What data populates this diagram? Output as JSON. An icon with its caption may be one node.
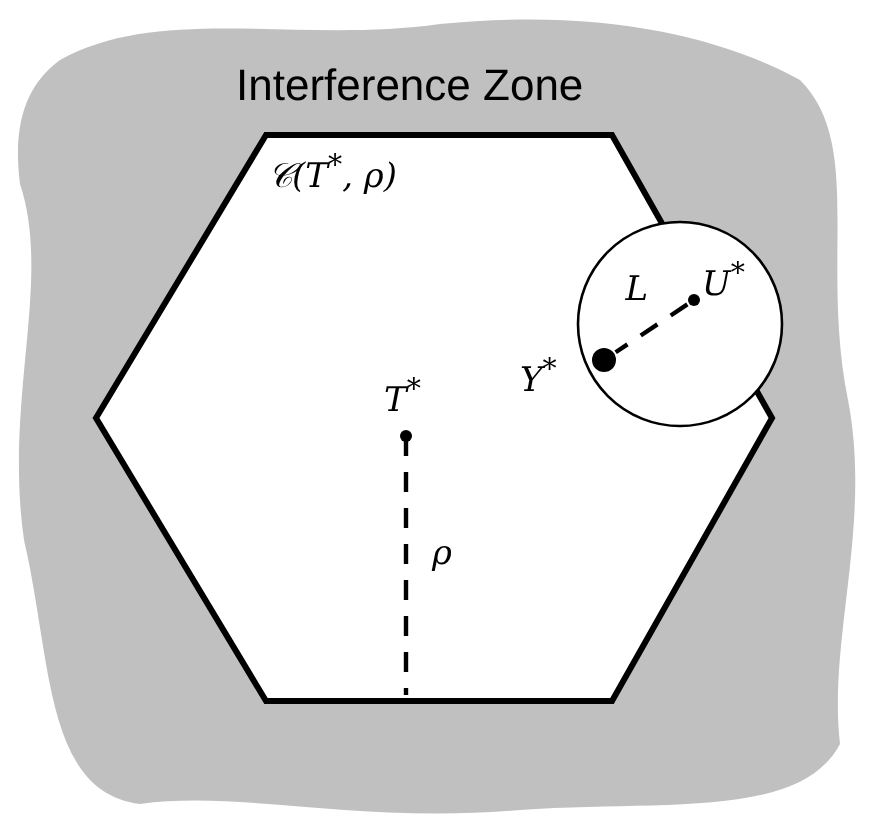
{
  "diagram": {
    "nodes": [
      {
        "text": [
          "Interference Zone"
        ]
      },
      {
        "text": [
          "𝒞(T$^{*}$, ρ)"
        ],
        "in": 0
      },
      {
        "text": [
          "T$^{*}$"
        ],
        "in": 1
      },
      {
        "text": [],
        "shape": "circle",
        "in": 1
      },
      {
        "text": [
          "U$^{*}$"
        ],
        "in": 3
      },
      {
        "text": [
          "Y$^{*}$"
        ],
        "in": 3
      }
    ],
    "edges": [
      {
        "from": 2,
        "to": 1,
        "arrow": "none",
        "label": "ρ",
        "style": "dashed"
      },
      {
        "from": 4,
        "to": 5,
        "arrow": "none",
        "label": "L",
        "style": "dashed"
      }
    ]
  }
}
